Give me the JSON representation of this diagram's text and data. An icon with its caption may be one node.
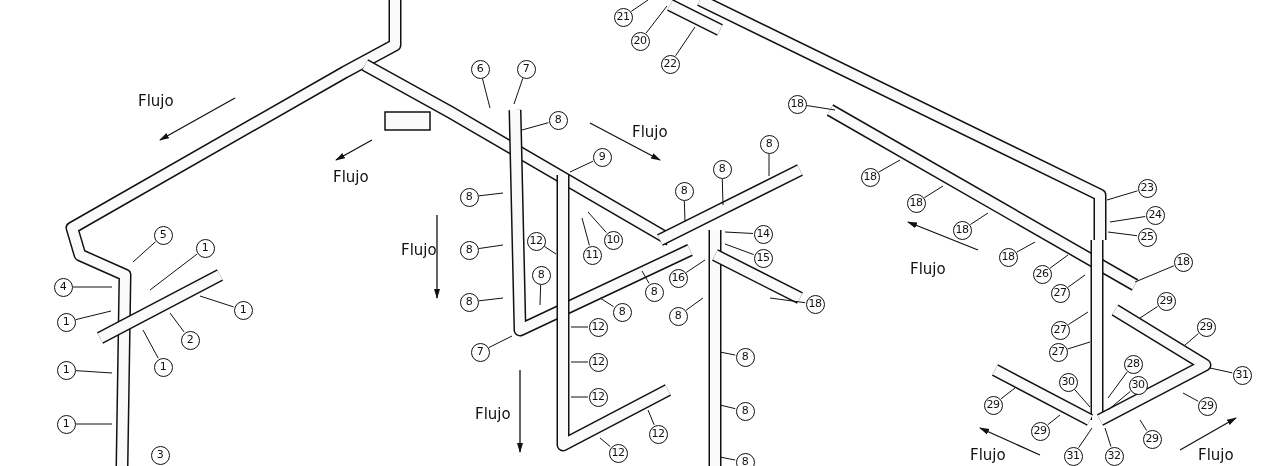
{
  "diagram": {
    "nodes": [
      {
        "text": [
          "5"
        ]
      },
      {
        "text": [
          "1"
        ]
      },
      {
        "text": [
          "4"
        ]
      },
      {
        "text": [
          "1"
        ]
      },
      {
        "text": [
          "1"
        ]
      },
      {
        "text": [
          "2"
        ]
      },
      {
        "text": [
          "1"
        ]
      },
      {
        "text": [
          "1"
        ]
      },
      {
        "text": [
          "1"
        ]
      },
      {
        "text": [
          "21"
        ]
      },
      {
        "text": [
          "20"
        ]
      },
      {
        "text": [
          "22"
        ]
      },
      {
        "text": [
          "6"
        ]
      },
      {
        "text": [
          "7"
        ]
      },
      {
        "text": [
          "8"
        ]
      },
      {
        "text": [
          "9"
        ]
      },
      {
        "text": [
          "8"
        ]
      },
      {
        "text": [
          "8"
        ]
      },
      {
        "text": [
          "8"
        ]
      },
      {
        "text": [
          "8"
        ]
      },
      {
        "text": [
          "8"
        ]
      },
      {
        "text": [
          "12"
        ]
      },
      {
        "text": [
          "11"
        ]
      },
      {
        "text": [
          "10"
        ]
      },
      {
        "text": [
          "14"
        ]
      },
      {
        "text": [
          "15"
        ]
      },
      {
        "text": [
          "16"
        ]
      },
      {
        "text": [
          "8"
        ]
      },
      {
        "text": [
          "8"
        ]
      },
      {
        "text": [
          "8"
        ]
      },
      {
        "text": [
          "8"
        ]
      },
      {
        "text": [
          "18"
        ]
      },
      {
        "text": [
          "8"
        ]
      },
      {
        "text": [
          "12"
        ]
      },
      {
        "text": [
          "7"
        ]
      },
      {
        "text": [
          "8"
        ]
      },
      {
        "text": [
          "12"
        ]
      },
      {
        "text": [
          "12"
        ]
      },
      {
        "text": [
          "8"
        ]
      },
      {
        "text": [
          "12"
        ]
      },
      {
        "text": [
          "12"
        ]
      },
      {
        "text": [
          "8"
        ]
      },
      {
        "text": [
          "18"
        ]
      },
      {
        "text": [
          "18"
        ]
      },
      {
        "text": [
          "18"
        ]
      },
      {
        "text": [
          "18"
        ]
      },
      {
        "text": [
          "18"
        ]
      },
      {
        "text": [
          "23"
        ]
      },
      {
        "text": [
          "24"
        ]
      },
      {
        "text": [
          "25"
        ]
      },
      {
        "text": [
          "26"
        ]
      },
      {
        "text": [
          "18"
        ]
      },
      {
        "text": [
          "27"
        ]
      },
      {
        "text": [
          "29"
        ]
      },
      {
        "text": [
          "29"
        ]
      },
      {
        "text": [
          "27"
        ]
      },
      {
        "text": [
          "27"
        ]
      },
      {
        "text": [
          "28"
        ]
      },
      {
        "text": [
          "30"
        ]
      },
      {
        "text": [
          "30"
        ]
      },
      {
        "text": [
          "31"
        ]
      },
      {
        "text": [
          "29"
        ]
      },
      {
        "text": [
          "29"
        ]
      },
      {
        "text": [
          "29"
        ]
      },
      {
        "text": [
          "29"
        ]
      },
      {
        "text": [
          "31"
        ]
      },
      {
        "text": [
          "32"
        ]
      },
      {
        "text": [
          "3"
        ]
      }
    ],
    "edges": [
      {
        "from": 0,
        "to": null,
        "arrow": "none"
      },
      {
        "from": 1,
        "to": null,
        "arrow": "none"
      },
      {
        "from": 2,
        "to": null,
        "arrow": "none"
      },
      {
        "from": 3,
        "to": null,
        "arrow": "none"
      },
      {
        "from": 4,
        "to": null,
        "arrow": "none"
      },
      {
        "from": 5,
        "to": null,
        "arrow": "none"
      },
      {
        "from": 6,
        "to": null,
        "arrow": "none"
      },
      {
        "from": 7,
        "to": null,
        "arrow": "none"
      },
      {
        "from": 8,
        "to": null,
        "arrow": "none"
      },
      {
        "from": 9,
        "to": null,
        "arrow": "none"
      },
      {
        "from": 10,
        "to": null,
        "arrow": "none"
      },
      {
        "from": 11,
        "to": null,
        "arrow": "none"
      },
      {
        "from": 12,
        "to": null,
        "arrow": "none"
      },
      {
        "from": 13,
        "to": null,
        "arrow": "none"
      },
      {
        "from": 14,
        "to": null,
        "arrow": "none"
      },
      {
        "from": 15,
        "to": null,
        "arrow": "none"
      },
      {
        "from": 16,
        "to": null,
        "arrow": "none"
      },
      {
        "from": 17,
        "to": null,
        "arrow": "none"
      },
      {
        "from": 18,
        "to": null,
        "arrow": "none"
      },
      {
        "from": 19,
        "to": null,
        "arrow": "none"
      },
      {
        "from": 20,
        "to": null,
        "arrow": "none"
      },
      {
        "from": 21,
        "to": null,
        "arrow": "none"
      },
      {
        "from": 22,
        "to": null,
        "arrow": "none"
      },
      {
        "from": 23,
        "to": null,
        "arrow": "none"
      },
      {
        "from": 24,
        "to": null,
        "arrow": "none"
      },
      {
        "from": 25,
        "to": null,
        "arrow": "none"
      },
      {
        "from": 26,
        "to": null,
        "arrow": "none"
      },
      {
        "from": 27,
        "to": null,
        "arrow": "none"
      },
      {
        "from": 28,
        "to": null,
        "arrow": "none"
      },
      {
        "from": 29,
        "to": null,
        "arrow": "none"
      },
      {
        "from": 30,
        "to": null,
        "arrow": "none"
      },
      {
        "from": 31,
        "to": null,
        "arrow": "none"
      },
      {
        "from": 32,
        "to": null,
        "arrow": "none"
      },
      {
        "from": 33,
        "to": null,
        "arrow": "none"
      },
      {
        "from": 34,
        "to": null,
        "arrow": "none"
      },
      {
        "from": 35,
        "to": null,
        "arrow": "none"
      },
      {
        "from": 36,
        "to": null,
        "arrow": "none"
      },
      {
        "from": 37,
        "to": null,
        "arrow": "none"
      },
      {
        "from": 38,
        "to": null,
        "arrow": "none"
      },
      {
        "from": 39,
        "to": null,
        "arrow": "none"
      },
      {
        "from": 40,
        "to": null,
        "arrow": "none"
      },
      {
        "from": 41,
        "to": null,
        "arrow": "none"
      },
      {
        "from": 42,
        "to": null,
        "arrow": "none"
      },
      {
        "from": 43,
        "to": null,
        "arrow": "none"
      },
      {
        "from": 44,
        "to": null,
        "arrow": "none"
      },
      {
        "from": 45,
        "to": null,
        "arrow": "none"
      },
      {
        "from": 46,
        "to": null,
        "arrow": "none"
      },
      {
        "from": 47,
        "to": null,
        "arrow": "none"
      },
      {
        "from": 48,
        "to": null,
        "arrow": "none"
      },
      {
        "from": 49,
        "to": null,
        "arrow": "none"
      },
      {
        "from": 50,
        "to": null,
        "arrow": "none"
      },
      {
        "from": 51,
        "to": null,
        "arrow": "none"
      },
      {
        "from": 52,
        "to": null,
        "arrow": "none"
      },
      {
        "from": 53,
        "to": null,
        "arrow": "none"
      },
      {
        "from": 54,
        "to": null,
        "arrow": "none"
      },
      {
        "from": 55,
        "to": null,
        "arrow": "none"
      },
      {
        "from": 56,
        "to": null,
        "arrow": "none"
      },
      {
        "from": 57,
        "to": null,
        "arrow": "none"
      },
      {
        "from": 58,
        "to": null,
        "arrow": "none"
      },
      {
        "from": 59,
        "to": null,
        "arrow": "none"
      },
      {
        "from": 60,
        "to": null,
        "arrow": "none"
      },
      {
        "from": 61,
        "to": null,
        "arrow": "none"
      },
      {
        "from": 62,
        "to": null,
        "arrow": "none"
      },
      {
        "from": 63,
        "to": null,
        "arrow": "none"
      },
      {
        "from": 64,
        "to": null,
        "arrow": "none"
      },
      {
        "from": 65,
        "to": null,
        "arrow": "none"
      },
      {
        "from": 66,
        "to": null,
        "arrow": "none"
      }
    ],
    "labels": [
      "Flujo",
      "Flujo",
      "Flujo",
      "Flujo",
      "Flujo",
      "Flujo",
      "Flujo",
      "Flujo"
    ]
  }
}
